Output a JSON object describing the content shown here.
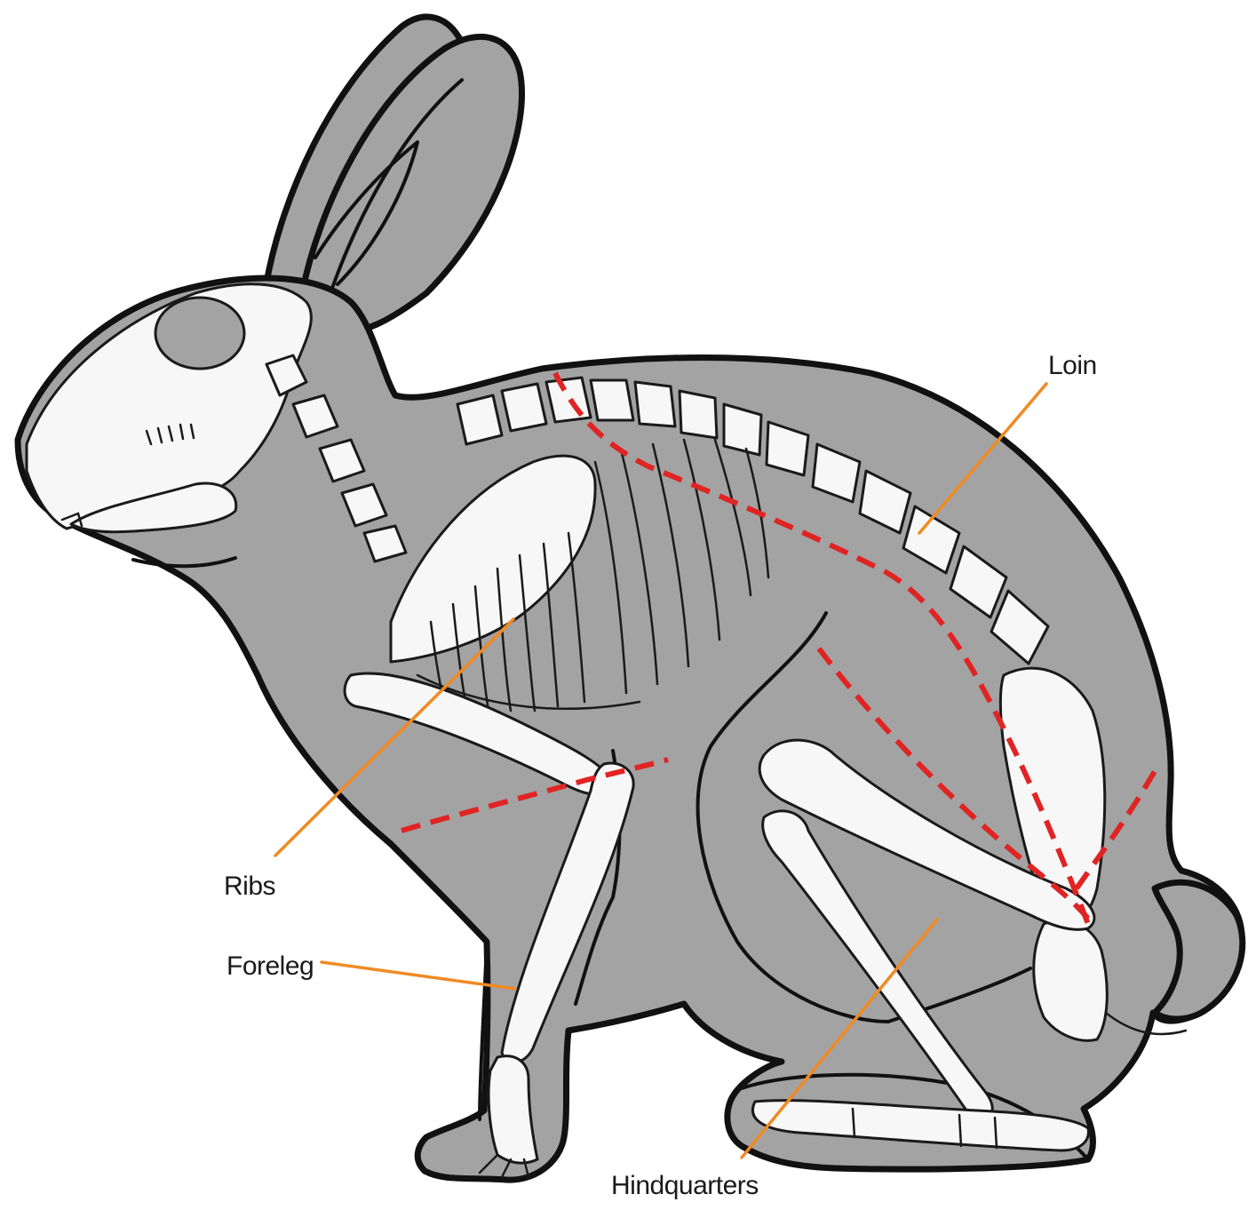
{
  "labels": {
    "loin": "Loin",
    "ribs": "Ribs",
    "foreleg": "Foreleg",
    "hindquarters": "Hindquarters"
  },
  "colors": {
    "body": "#a3a3a3",
    "outline": "#111111",
    "bone": "#f7f7f7",
    "cut_line": "#e02424",
    "leader_line": "#f08a24"
  }
}
